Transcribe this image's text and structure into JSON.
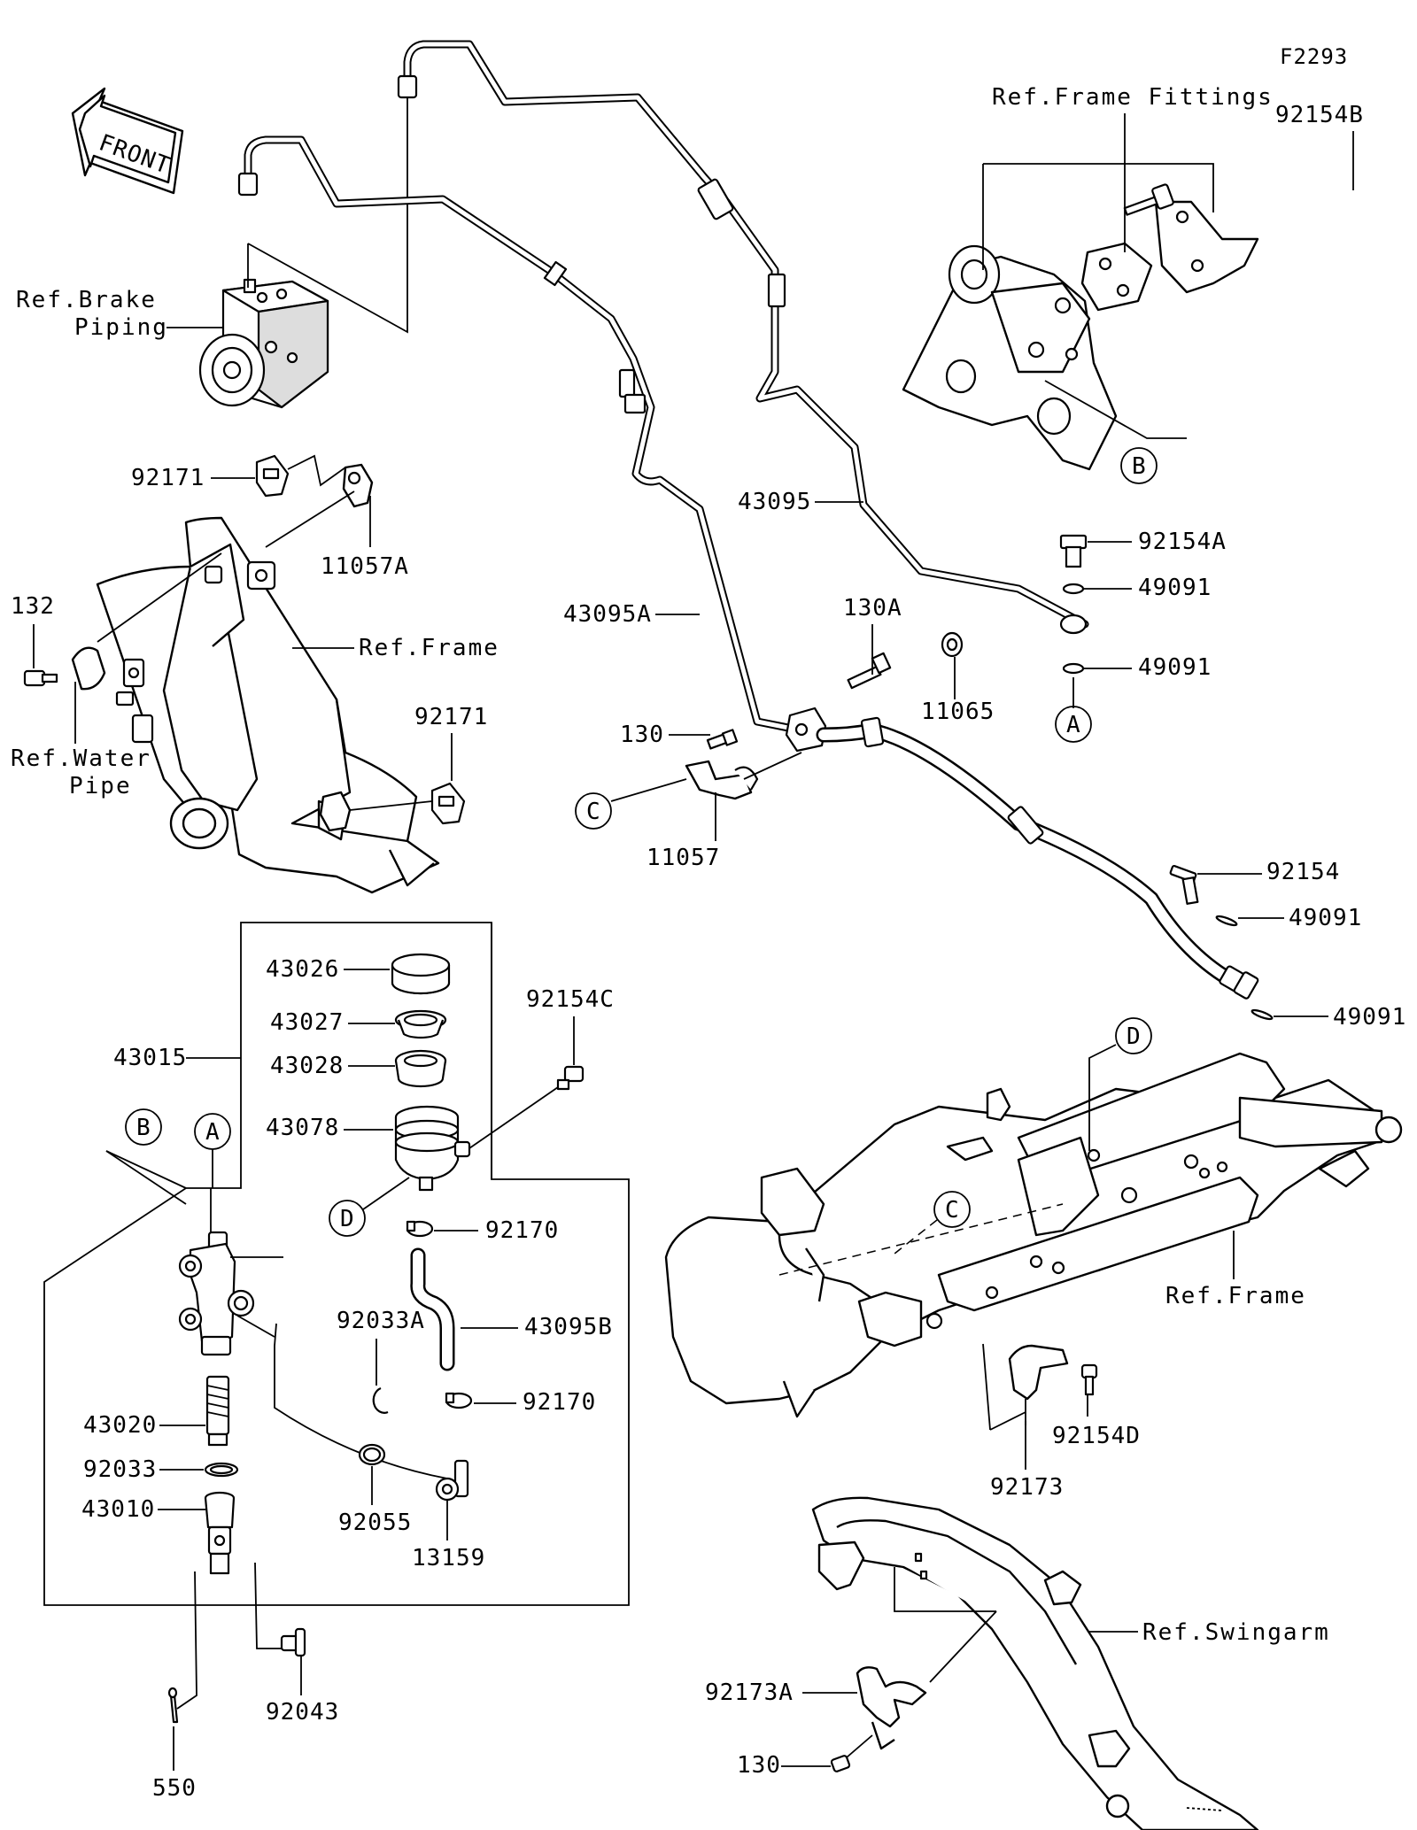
{
  "figure_code": "F2293",
  "front_label": "FRONT",
  "refs": {
    "brake_piping_1": "Ref.Brake",
    "brake_piping_2": "Piping",
    "frame_fittings": "Ref.Frame Fittings",
    "frame_left": "Ref.Frame",
    "water_pipe_1": "Ref.Water",
    "water_pipe_2": "Pipe",
    "frame_right": "Ref.Frame",
    "swingarm": "Ref.Swingarm"
  },
  "circle_markers": {
    "b_top": "B",
    "a_top": "A",
    "c_mid": "C",
    "d_frame": "D",
    "c_frame": "C",
    "b_left": "B",
    "a_left": "A",
    "d_reservoir": "D"
  },
  "parts": {
    "p92154B": "92154B",
    "p92171_top": "92171",
    "p11057A": "11057A",
    "p132": "132",
    "p92171_mid": "92171",
    "p43095": "43095",
    "p92154A": "92154A",
    "p49091_a": "49091",
    "p49091_b": "49091",
    "p43095A": "43095A",
    "p130A": "130A",
    "p11065": "11065",
    "p130_mid": "130",
    "p11057": "11057",
    "p92154": "92154",
    "p49091_c": "49091",
    "p49091_d": "49091",
    "p43026": "43026",
    "p43027": "43027",
    "p43028": "43028",
    "p43015": "43015",
    "p92154C": "92154C",
    "p43078": "43078",
    "p92170_a": "92170",
    "p92033A": "92033A",
    "p43095B": "43095B",
    "p92170_b": "92170",
    "p43020": "43020",
    "p92033": "92033",
    "p43010": "43010",
    "p92055": "92055",
    "p13159": "13159",
    "p92043": "92043",
    "p550": "550",
    "p92154D": "92154D",
    "p92173": "92173",
    "p92173A": "92173A",
    "p130_bottom": "130"
  }
}
